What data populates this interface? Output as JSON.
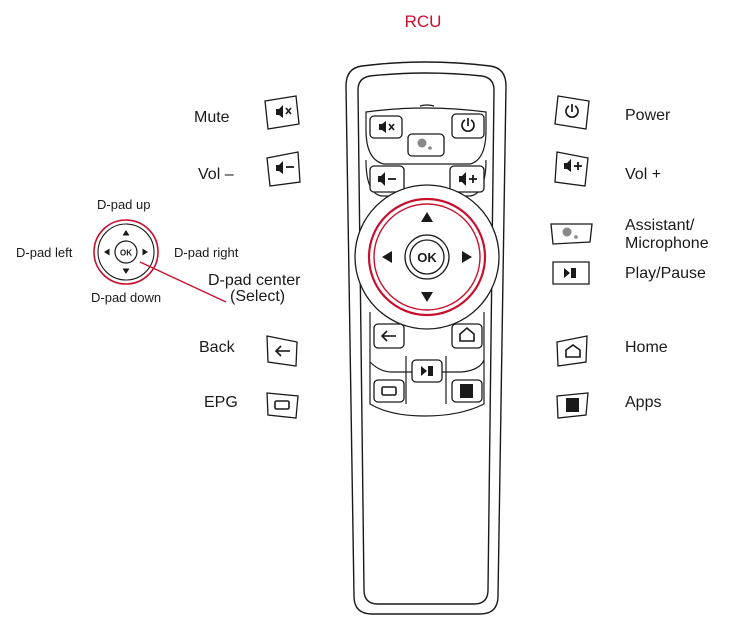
{
  "title": "RCU",
  "colors": {
    "accent": "#c8102e",
    "ink": "#1a1a1a"
  },
  "labels": {
    "mute": "Mute",
    "vol_minus": "Vol –",
    "power": "Power",
    "vol_plus": "Vol +",
    "assistant_line1": "Assistant/",
    "assistant_line2": "Microphone",
    "play_pause": "Play/Pause",
    "back": "Back",
    "epg": "EPG",
    "home": "Home",
    "apps": "Apps"
  },
  "dpad_legend": {
    "up": "D-pad up",
    "down": "D-pad down",
    "left": "D-pad left",
    "right": "D-pad right",
    "center_line1": "D-pad center",
    "center_line2": "(Select)",
    "ok": "OK"
  },
  "remote": {
    "ok": "OK"
  },
  "icons": [
    "mute-icon",
    "power-icon",
    "assistant-icon",
    "vol-down-icon",
    "vol-up-icon",
    "arrow-up-icon",
    "arrow-down-icon",
    "arrow-left-icon",
    "arrow-right-icon",
    "back-icon",
    "home-icon",
    "play-pause-icon",
    "epg-icon",
    "apps-icon"
  ]
}
